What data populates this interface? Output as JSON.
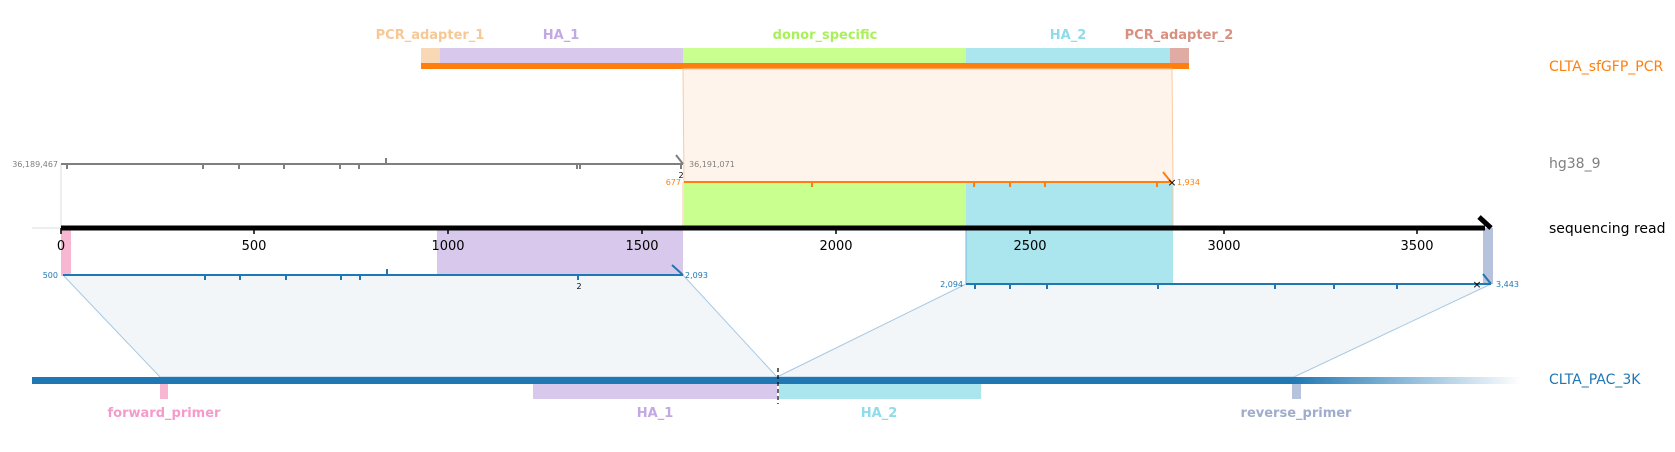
{
  "tracks": {
    "pcr": "CLTA_sfGFP_PCR",
    "genome": "hg38_9",
    "read": "sequencing read",
    "plasmid": "CLTA_PAC_3K"
  },
  "colors": {
    "pcr_line": "#ff7f0e",
    "pcr_label": "#ff7f0e",
    "genome": "#7f7f7f",
    "plasmid": "#1f77b4",
    "read_line": "#000000",
    "pcr_adapter_1": "#f9d9b5",
    "pcr_adapter_1_text": "#f7c894",
    "ha1": "#d8c9ec",
    "ha1_text": "#c3a9e3",
    "donor": "#c8ff8f",
    "donor_text": "#a9f05a",
    "ha2": "#abe5ee",
    "ha2_text": "#8edcea",
    "pcr_adapter_2": "#dfaba3",
    "pcr_adapter_2_text": "#d99080",
    "forward_primer": "#f7b6d2",
    "forward_primer_text": "#f39ccb",
    "reverse_primer": "#b7c3dd",
    "reverse_primer_text": "#9fadcc"
  },
  "pcr_features": [
    {
      "name": "PCR_adapter_1",
      "color_key": "pcr_adapter_1"
    },
    {
      "name": "HA_1",
      "color_key": "ha1"
    },
    {
      "name": "donor_specific",
      "color_key": "donor"
    },
    {
      "name": "HA_2",
      "color_key": "ha2"
    },
    {
      "name": "PCR_adapter_2",
      "color_key": "pcr_adapter_2"
    }
  ],
  "plasmid_features": [
    {
      "name": "forward_primer",
      "color_key": "forward_primer"
    },
    {
      "name": "HA_1",
      "color_key": "ha1"
    },
    {
      "name": "HA_2",
      "color_key": "ha2"
    },
    {
      "name": "reverse_primer",
      "color_key": "reverse_primer"
    }
  ],
  "read_axis": {
    "ticks": [
      "0",
      "500",
      "1000",
      "1500",
      "2000",
      "2500",
      "3000",
      "3500"
    ],
    "min": 0,
    "max": 3700
  },
  "alignments": {
    "genome": {
      "start": "36,189,467",
      "end": "36,191,071",
      "marker": "2"
    },
    "pcr": {
      "start": "677",
      "end": "1,934"
    },
    "plasmid_1": {
      "start": "500",
      "end": "2,093",
      "marker": "2"
    },
    "plasmid_2": {
      "start": "2,094",
      "end": "3,443"
    }
  }
}
